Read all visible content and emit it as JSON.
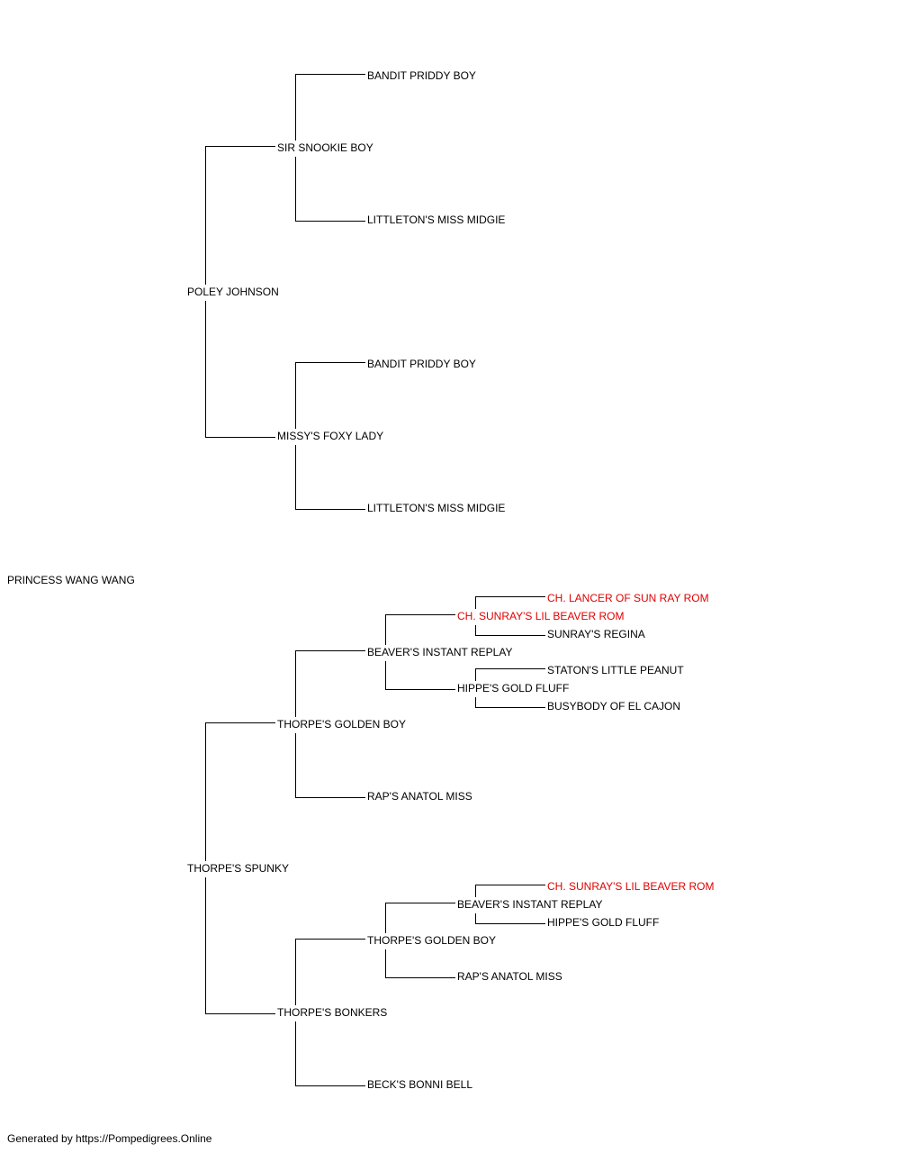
{
  "pedigree": {
    "subject": "PRINCESS WANG WANG",
    "sire": {
      "name": "POLEY JOHNSON",
      "sire": {
        "name": "SIR SNOOKIE BOY",
        "sire": {
          "name": "BANDIT PRIDDY BOY"
        },
        "dam": {
          "name": "LITTLETON'S MISS MIDGIE"
        }
      },
      "dam": {
        "name": "MISSY'S FOXY LADY",
        "sire": {
          "name": "BANDIT PRIDDY BOY"
        },
        "dam": {
          "name": "LITTLETON'S MISS MIDGIE"
        }
      }
    },
    "dam": {
      "name": "THORPE'S SPUNKY",
      "sire": {
        "name": "THORPE'S GOLDEN BOY",
        "sire": {
          "name": "BEAVER'S INSTANT REPLAY",
          "sire": {
            "name": "CH. SUNRAY'S LIL BEAVER ROM",
            "sire": {
              "name": "CH. LANCER OF SUN RAY ROM"
            },
            "dam": {
              "name": "SUNRAY'S REGINA"
            }
          },
          "dam": {
            "name": "HIPPE'S GOLD FLUFF",
            "sire": {
              "name": "STATON'S LITTLE PEANUT"
            },
            "dam": {
              "name": "BUSYBODY OF EL CAJON"
            }
          }
        },
        "dam": {
          "name": "RAP'S ANATOL MISS"
        }
      },
      "dam": {
        "name": "THORPE'S BONKERS",
        "sire": {
          "name": "THORPE'S GOLDEN BOY",
          "sire": {
            "name": "BEAVER'S INSTANT REPLAY",
            "sire": {
              "name": "CH. SUNRAY'S LIL BEAVER ROM"
            },
            "dam": {
              "name": "HIPPE'S GOLD FLUFF"
            }
          },
          "dam": {
            "name": "RAP'S ANATOL MISS"
          }
        },
        "dam": {
          "name": "BECK'S BONNI BELL"
        }
      }
    }
  },
  "champion_color": "#e00000",
  "footer": "Generated by https://Pompedigrees.Online"
}
